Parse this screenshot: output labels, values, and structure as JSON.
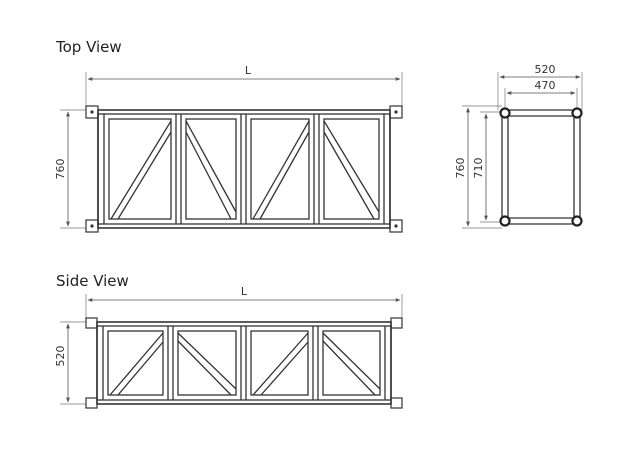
{
  "top_view": {
    "title": "Top View",
    "length_label": "L",
    "height_label": "760"
  },
  "cross_section": {
    "outer_width_label": "520",
    "inner_width_label": "470",
    "outer_height_label": "760",
    "inner_height_label": "710"
  },
  "side_view": {
    "title": "Side View",
    "length_label": "L",
    "height_label": "520"
  },
  "colors": {
    "line": "#333333",
    "background": "#ffffff"
  }
}
